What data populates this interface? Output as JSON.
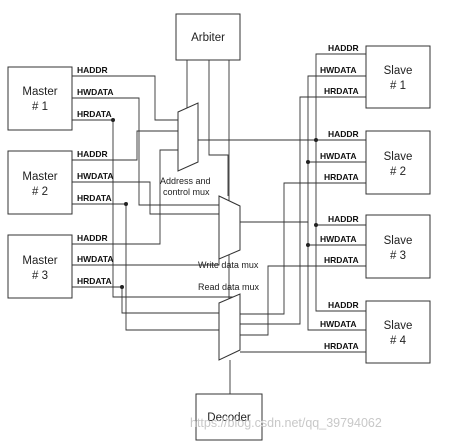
{
  "blocks": {
    "arbiter": "Arbiter",
    "decoder": "Decoder",
    "masters": [
      {
        "line1": "Master",
        "line2": "# 1"
      },
      {
        "line1": "Master",
        "line2": "# 2"
      },
      {
        "line1": "Master",
        "line2": "# 3"
      }
    ],
    "slaves": [
      {
        "line1": "Slave",
        "line2": "# 1"
      },
      {
        "line1": "Slave",
        "line2": "# 2"
      },
      {
        "line1": "Slave",
        "line2": "# 3"
      },
      {
        "line1": "Slave",
        "line2": "# 4"
      }
    ]
  },
  "signals": {
    "haddr": "HADDR",
    "hwdata": "HWDATA",
    "hrdata": "HRDATA"
  },
  "mux_labels": {
    "address_line1": "Address and",
    "address_line2": "control mux",
    "write": "Write data mux",
    "read": "Read data mux"
  },
  "watermark": "https://blog.csdn.net/qq_39794062"
}
